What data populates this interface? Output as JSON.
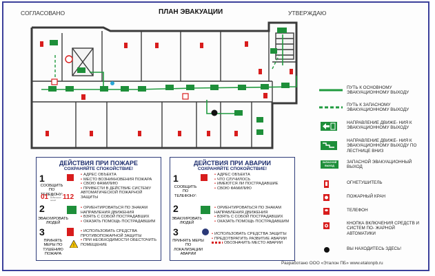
{
  "header": {
    "left": "СОГЛАСОВАНО",
    "center": "ПЛАН ЭВАКУАЦИИ",
    "right": "УТВЕРЖДАЮ"
  },
  "legend": [
    {
      "icon": "main-route-line",
      "text": "ПУТЬ К ОСНОВНОМУ ЭВАКУАЦИОННОМУ ВЫХОДУ"
    },
    {
      "icon": "reserve-route-line",
      "text": "ПУТЬ К ЗАПАСНОМУ ЭВАКУАЦИОННОМУ ВЫХОДУ"
    },
    {
      "icon": "exit-direction-sign",
      "text": "НАПРАВЛЕНИЕ ДВИЖЕ- НИЯ К ЭВАКУАЦИОННОМУ ВЫХОДУ"
    },
    {
      "icon": "stairs-down-sign",
      "text": "НАПРАВЛЕНИЕ ДВИЖЕ- НИЯ К ЭВАКУАЦИОННОМУ ВЫХОДУ ПО ЛЕСТНИЦЕ ВНИЗ"
    },
    {
      "icon": "reserve-exit-sign",
      "text": "ЗАПАСНОЙ ЭВАКУАЦИОННЫЙ ВЫХОД",
      "sign_text": "ЗАПАСНОЙ ВЫХОД"
    },
    {
      "icon": "extinguisher-icon",
      "text": "ОГНЕТУШИТЕЛЬ"
    },
    {
      "icon": "fire-hydrant-icon",
      "text": "ПОЖАРНЫЙ КРАН"
    },
    {
      "icon": "phone-icon",
      "text": "ТЕЛЕФОН"
    },
    {
      "icon": "alarm-button-icon",
      "text": "КНОПКА ВКЛЮЧЕНИЯ СРЕДСТВ И СИСТЕМ ПО- ЖАРНОЙ АВТОМАТИКИ"
    },
    {
      "icon": "you-are-here-dot",
      "text": "ВЫ НАХОДИТЕСЬ ЗДЕСЬ!"
    }
  ],
  "fire_panel": {
    "title": "ДЕЙСТВИЯ ПРИ ПОЖАРЕ",
    "subtitle": "СОХРАНЯЙТЕ СПОКОЙСТВИЕ!",
    "steps": [
      {
        "num": "1",
        "label": "СООБЩИТЬ ПО ТЕЛЕФОНУ:",
        "phones": [
          "01",
          "112"
        ],
        "phone_note": "для мобильных сетей",
        "bullets": [
          "АДРЕС ОБЪЕКТА",
          "МЕСТО ВОЗНИКНОВЕНИЯ ПОЖАРА",
          "СВОЮ ФАМИЛИЮ",
          "ПРИВЕСТИ В ДЕЙСТВИЕ СИСТЕМУ АВТОМАТИЧЕСКОЙ ПОЖАРНОЙ ЗАЩИТЫ"
        ]
      },
      {
        "num": "2",
        "label": "ЭВАКУИРОВАТЬ ЛЮДЕЙ",
        "bullets": [
          "ОРИЕНТИРОВАТЬСЯ ПО ЗНАКАМ НАПРАВЛЕНИЯ ДВИЖЕНИЯ",
          "ВЗЯТЬ С СОБОЙ ПОСТРАДАВШИХ",
          "ОКАЗАТЬ ПОМОЩЬ ПОСТРАДАВШИМ"
        ]
      },
      {
        "num": "3",
        "label": "ПРИНЯТЬ МЕРЫ ПО ТУШЕНИЮ ПОЖАРА",
        "bullets": [
          "ИСПОЛЬЗОВАТЬ СРЕДСТВА ПРОТИВОПОЖАРНОЙ ЗАЩИТЫ",
          "ПРИ НЕОБХОДИМОСТИ ОБЕСТОЧИТЬ ПОМЕЩЕНИЕ"
        ]
      }
    ]
  },
  "accident_panel": {
    "title": "ДЕЙСТВИЯ ПРИ АВАРИИ",
    "subtitle": "СОХРАНЯЙТЕ СПОКОЙСТВИЕ!",
    "steps": [
      {
        "num": "1",
        "label": "СООБЩИТЬ ПО ТЕЛЕФОНУ:",
        "bullets": [
          "АДРЕС ОБЪЕКТА",
          "ЧТО СЛУЧИЛОСЬ",
          "ИМЕЮТСЯ ЛИ ПОСТРАДАВШИЕ",
          "СВОЮ ФАМИЛИЮ"
        ]
      },
      {
        "num": "2",
        "label": "ЭВАКУИРОВАТЬ ЛЮДЕЙ",
        "bullets": [
          "ОРИЕНТИРОВАТЬСЯ ПО ЗНАКАМ НАПРАВЛЕНИЯ ДВИЖЕНИЯ",
          "ВЗЯТЬ С СОБОЙ ПОСТРАДАВШИХ",
          "ОКАЗАТЬ ПОМОЩЬ ПОСТРАДАВШИМ"
        ]
      },
      {
        "num": "3",
        "label": "ПРИНЯТЬ МЕРЫ ПО ЛОКАЛИЗАЦИИ АВАРИИ",
        "bullets": [
          "ИСПОЛЬЗОВАТЬ СРЕДСТВА ЗАЩИТЫ",
          "ПРЕДОТВРАТИТЬ РАЗВИТИЕ АВАРИИ",
          "ОБОЗНАЧИТЬ МЕСТО АВАРИИ"
        ]
      }
    ]
  },
  "footer": {
    "text": "Разработано ООО «Эталон ПБ»  www.etalonpb.ru"
  },
  "colors": {
    "wall": "#333333",
    "route_green": "#1f9a3e",
    "sign_green": "#1e8f3a",
    "fire_red": "#d81c1c",
    "panel_blue": "#1e2e6e"
  }
}
